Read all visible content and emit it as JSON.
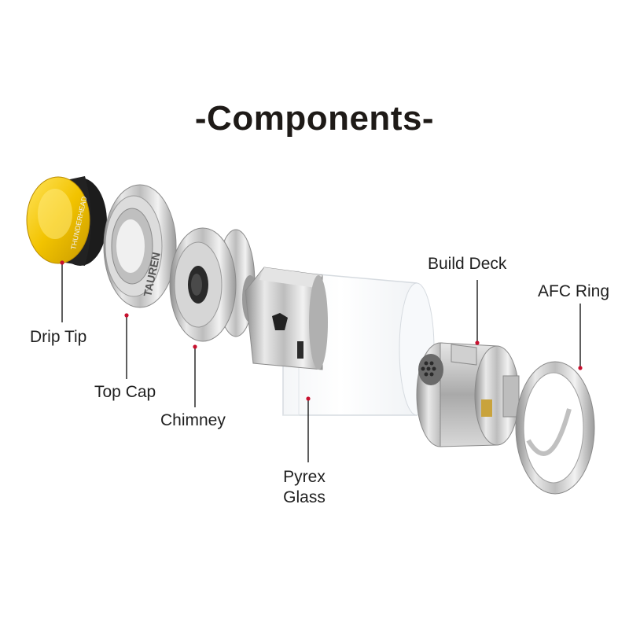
{
  "title": "-Components-",
  "brand_text": "THUNDERHEAD",
  "cap_engraving": "TAUREN",
  "components": [
    {
      "id": "drip-tip",
      "label": "Drip Tip"
    },
    {
      "id": "top-cap",
      "label": "Top Cap"
    },
    {
      "id": "chimney",
      "label": "Chimney"
    },
    {
      "id": "pyrex-glass",
      "label_line1": "Pyrex",
      "label_line2": "Glass"
    },
    {
      "id": "build-deck",
      "label": "Build Deck"
    },
    {
      "id": "afc-ring",
      "label": "AFC Ring"
    }
  ],
  "colors": {
    "title": "#1e1a17",
    "label": "#1f1f1f",
    "leader_line": "#1a1a1a",
    "leader_dot": "#c8102e",
    "drip_tip_resin": "#f2c300",
    "metal": "#c9c9c9"
  }
}
